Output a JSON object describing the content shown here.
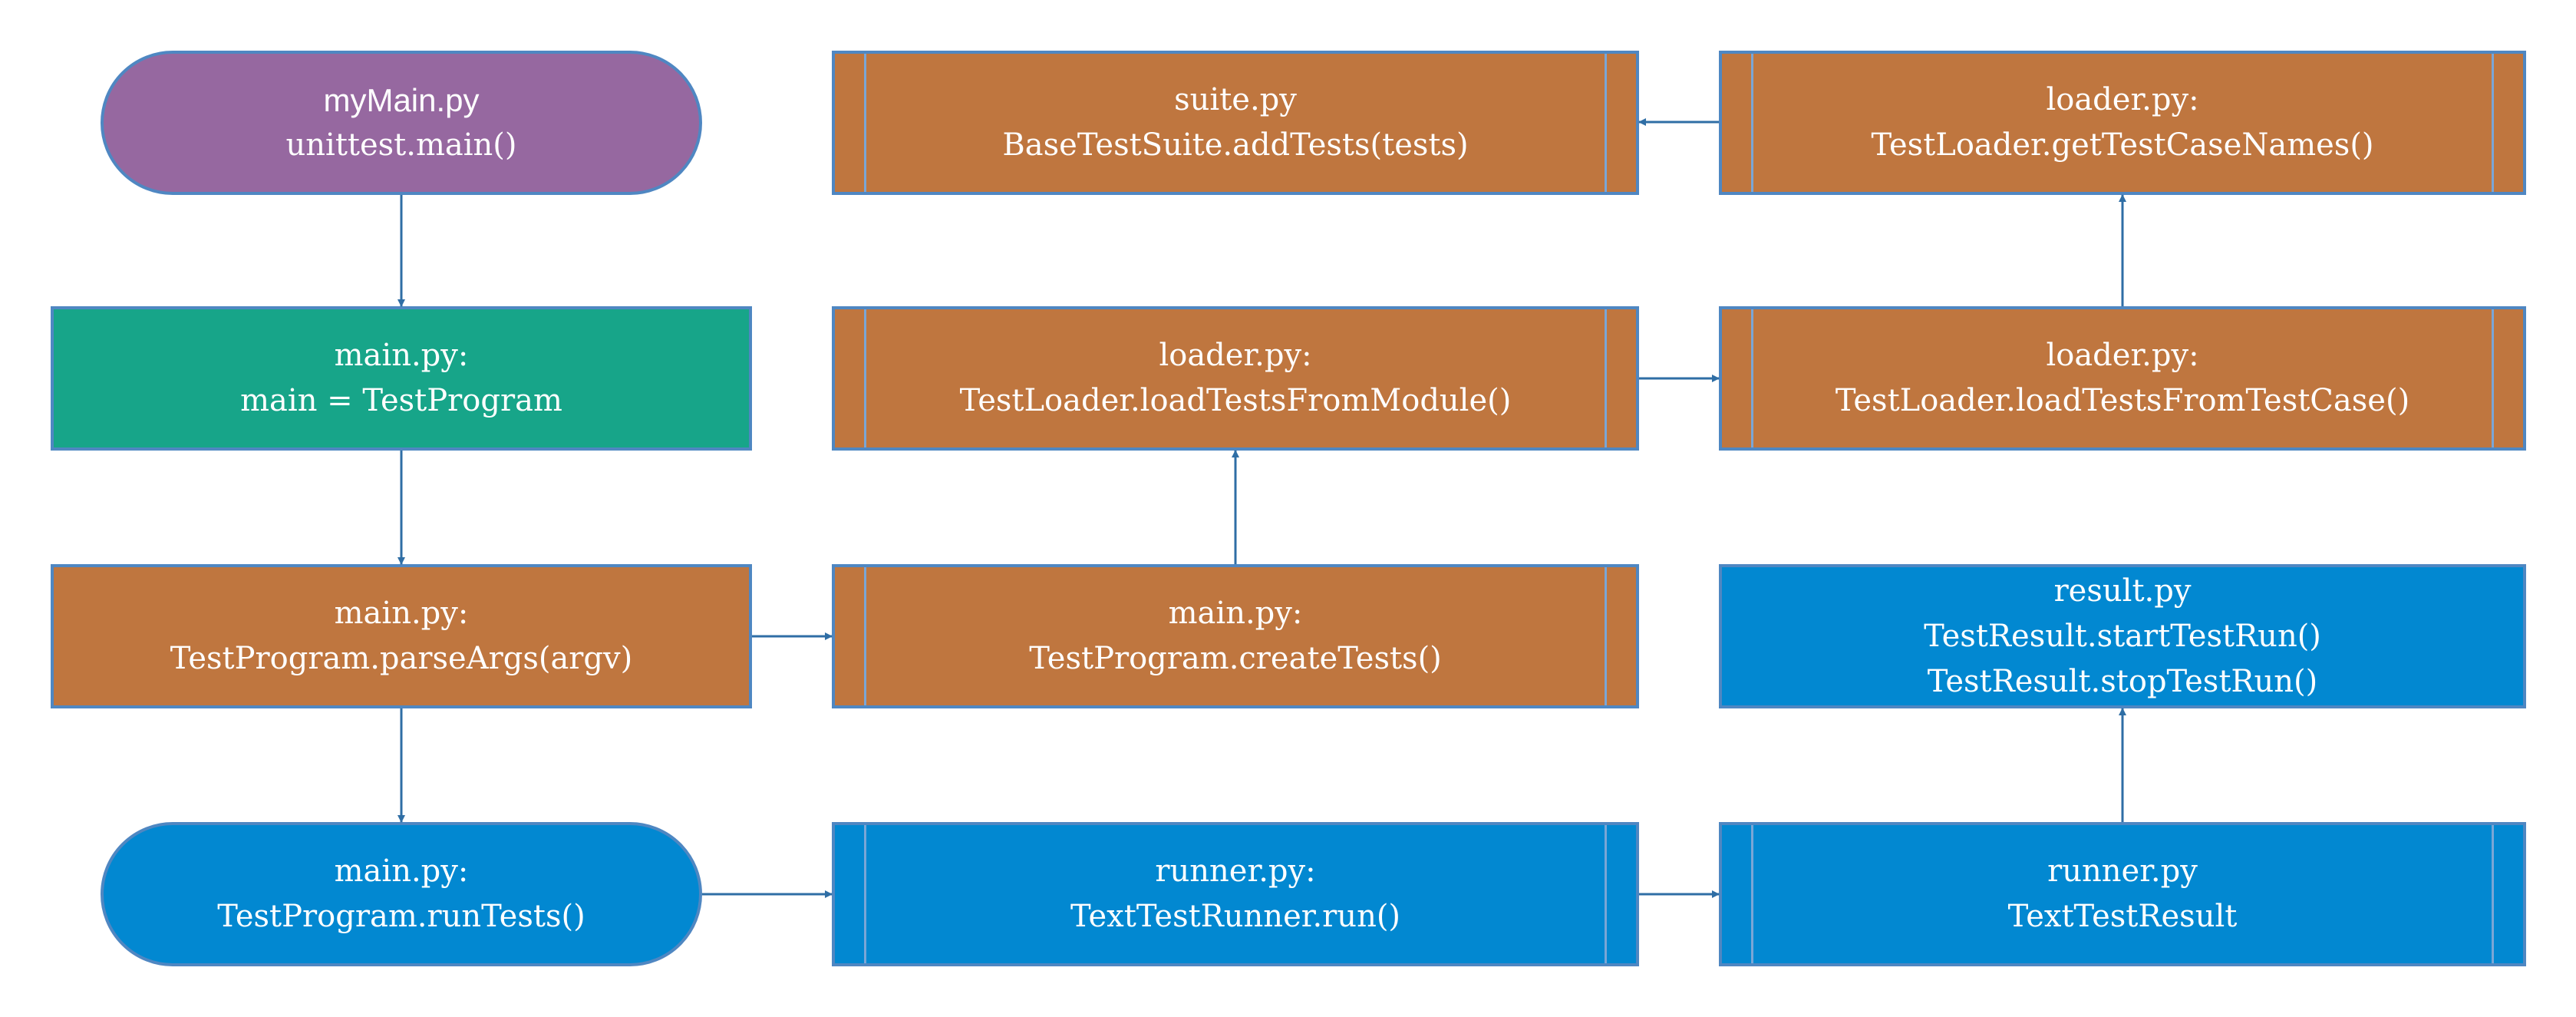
{
  "colors": {
    "purple": "#9668a0",
    "teal": "#17a589",
    "orange": "#bf763f",
    "blue": "#0288d1",
    "border": "#4f87c2",
    "arrow": "#2f6ea5"
  },
  "nodes": {
    "mymain": {
      "title": "myMain.py",
      "line2": "unittest.main()"
    },
    "main_program": {
      "line1": "main.py:",
      "line2": "main = TestProgram"
    },
    "parse_args": {
      "line1": "main.py:",
      "line2": "TestProgram.parseArgs(argv)"
    },
    "run_tests": {
      "line1": "main.py:",
      "line2": "TestProgram.runTests()"
    },
    "suite_add": {
      "line1": "suite.py",
      "line2": "BaseTestSuite.addTests(tests)"
    },
    "load_module": {
      "line1": "loader.py:",
      "line2": "TestLoader.loadTestsFromModule()"
    },
    "create_tests": {
      "line1": "main.py:",
      "line2": "TestProgram.createTests()"
    },
    "runner_run": {
      "line1": "runner.py:",
      "line2": "TextTestRunner.run()"
    },
    "get_names": {
      "line1": "loader.py:",
      "line2": "TestLoader.getTestCaseNames()"
    },
    "load_case": {
      "line1": "loader.py:",
      "line2": "TestLoader.loadTestsFromTestCase()"
    },
    "result": {
      "line1": "result.py",
      "line2": "TestResult.startTestRun()",
      "line3": "TestResult.stopTestRun()"
    },
    "text_result": {
      "line1": "runner.py",
      "line2": "TextTestResult"
    }
  }
}
